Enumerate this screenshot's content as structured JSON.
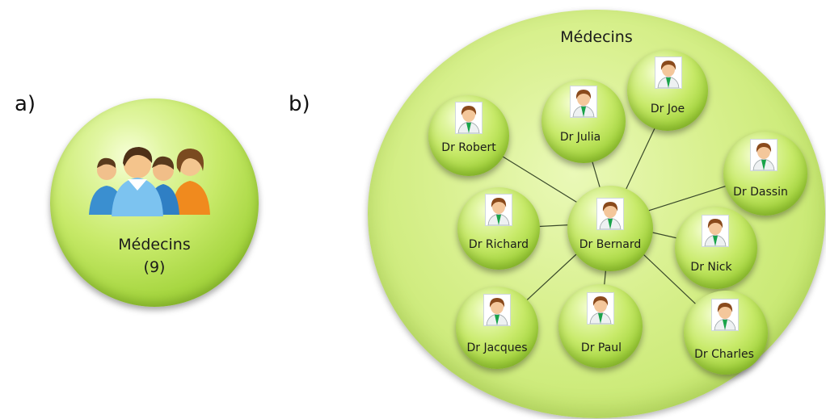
{
  "panels": {
    "a": {
      "label": "a)",
      "title": "Médecins",
      "count": "(9)"
    },
    "b": {
      "label": "b)",
      "title": "Médecins",
      "center": "Dr Bernard",
      "nodes": [
        {
          "id": "robert",
          "name": "Dr Robert"
        },
        {
          "id": "julia",
          "name": "Dr Julia"
        },
        {
          "id": "joe",
          "name": "Dr Joe"
        },
        {
          "id": "dassin",
          "name": "Dr Dassin"
        },
        {
          "id": "richard",
          "name": "Dr Richard"
        },
        {
          "id": "nick",
          "name": "Dr Nick"
        },
        {
          "id": "jacques",
          "name": "Dr Jacques"
        },
        {
          "id": "paul",
          "name": "Dr Paul"
        },
        {
          "id": "charles",
          "name": "Dr Charles"
        }
      ]
    }
  },
  "colors": {
    "sphere": "#c8ea6a",
    "sphere_edge": "#86b927",
    "tie": "#1aa34a",
    "hair": "#8a4a1c"
  },
  "icons": {
    "group": "group-of-people-icon",
    "person": "doctor-avatar-icon"
  }
}
